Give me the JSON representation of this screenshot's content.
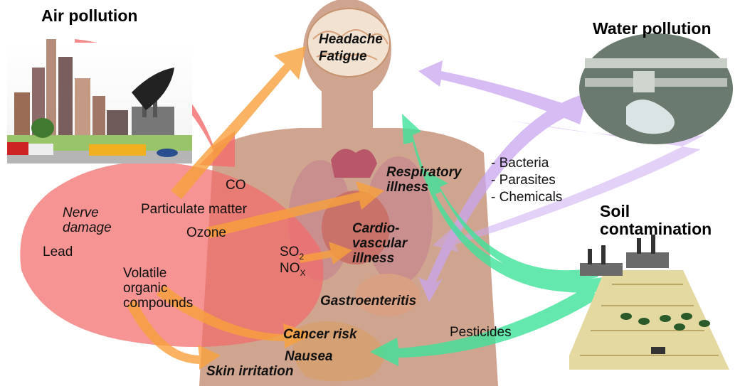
{
  "sources": {
    "air": "Air pollution",
    "water": "Water pollution",
    "soil_line1": "Soil",
    "soil_line2": "contamination"
  },
  "outcomes": {
    "headache": "Headache",
    "fatigue": "Fatigue",
    "respiratory_1": "Respiratory",
    "respiratory_2": "illness",
    "cardio_1": "Cardio-",
    "cardio_2": "vascular",
    "cardio_3": "illness",
    "gastro": "Gastroenteritis",
    "cancer": "Cancer risk",
    "nausea": "Nausea",
    "skin": "Skin irritation"
  },
  "air_pollutants": {
    "co": "CO",
    "pm": "Particulate matter",
    "ozone": "Ozone",
    "nerve_1": "Nerve",
    "nerve_2": "damage",
    "lead": "Lead",
    "so2_base": "SO",
    "so2_sub": "2",
    "nox_base": "NO",
    "nox_sub": "X",
    "voc_1": "Volatile",
    "voc_2": "organic",
    "voc_3": "compounds"
  },
  "water_pollutants": {
    "bacteria": "- Bacteria",
    "parasites": "- Parasites",
    "chemicals": "- Chemicals"
  },
  "soil_pollutants": {
    "pesticides": "Pesticides"
  },
  "colors": {
    "air_arrow": "#f26b6b",
    "orange_arrow": "#f8a13c",
    "water_arrow": "#c9a6f0",
    "soil_arrow": "#3fe39a",
    "body": "#cfa590"
  }
}
